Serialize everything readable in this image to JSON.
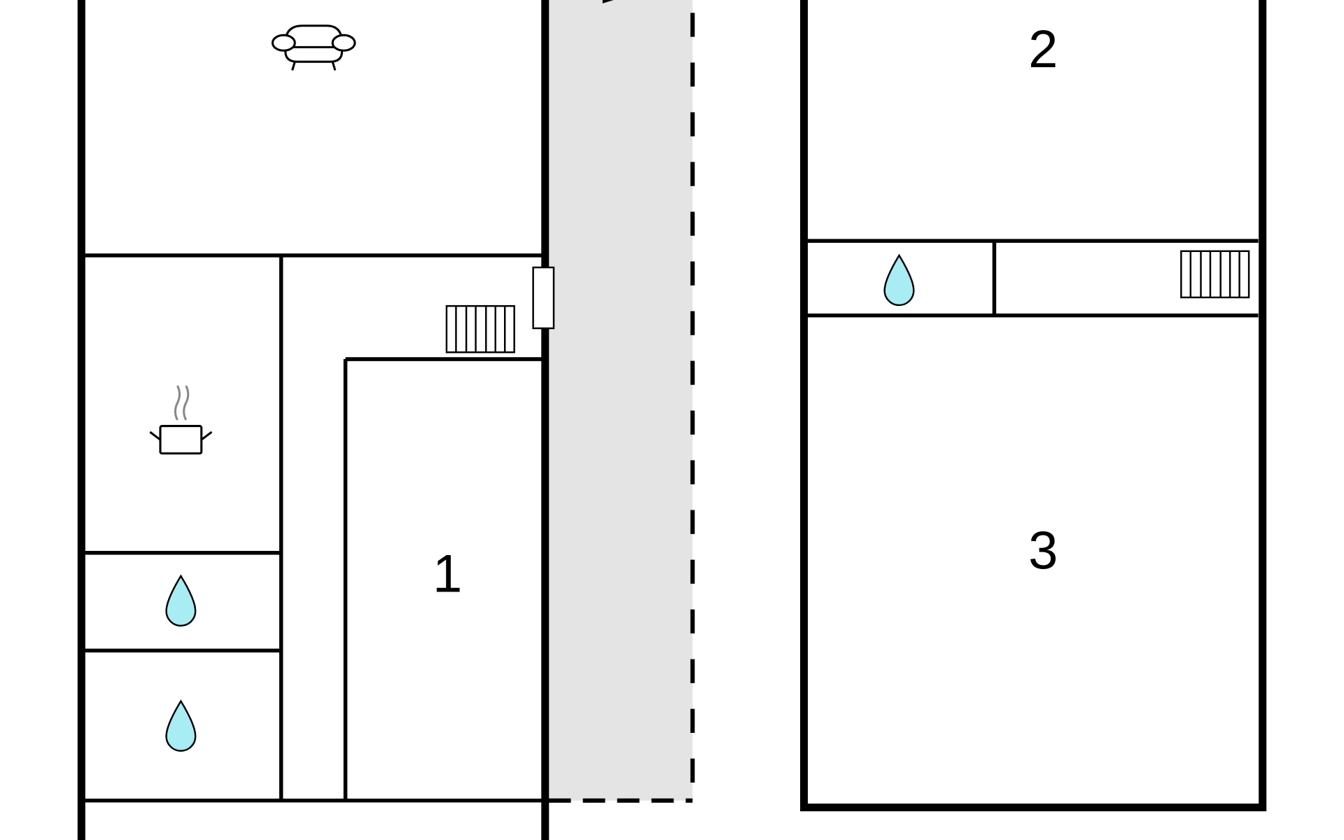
{
  "floorplan": {
    "rooms": [
      {
        "label": "1",
        "type": "bedroom"
      },
      {
        "label": "2",
        "type": "bedroom"
      },
      {
        "label": "3",
        "type": "bedroom"
      }
    ],
    "colors": {
      "wall": "#000000",
      "corridor": "#e4e4e4",
      "water": "#a8ecf4",
      "steam": "#888888"
    }
  }
}
